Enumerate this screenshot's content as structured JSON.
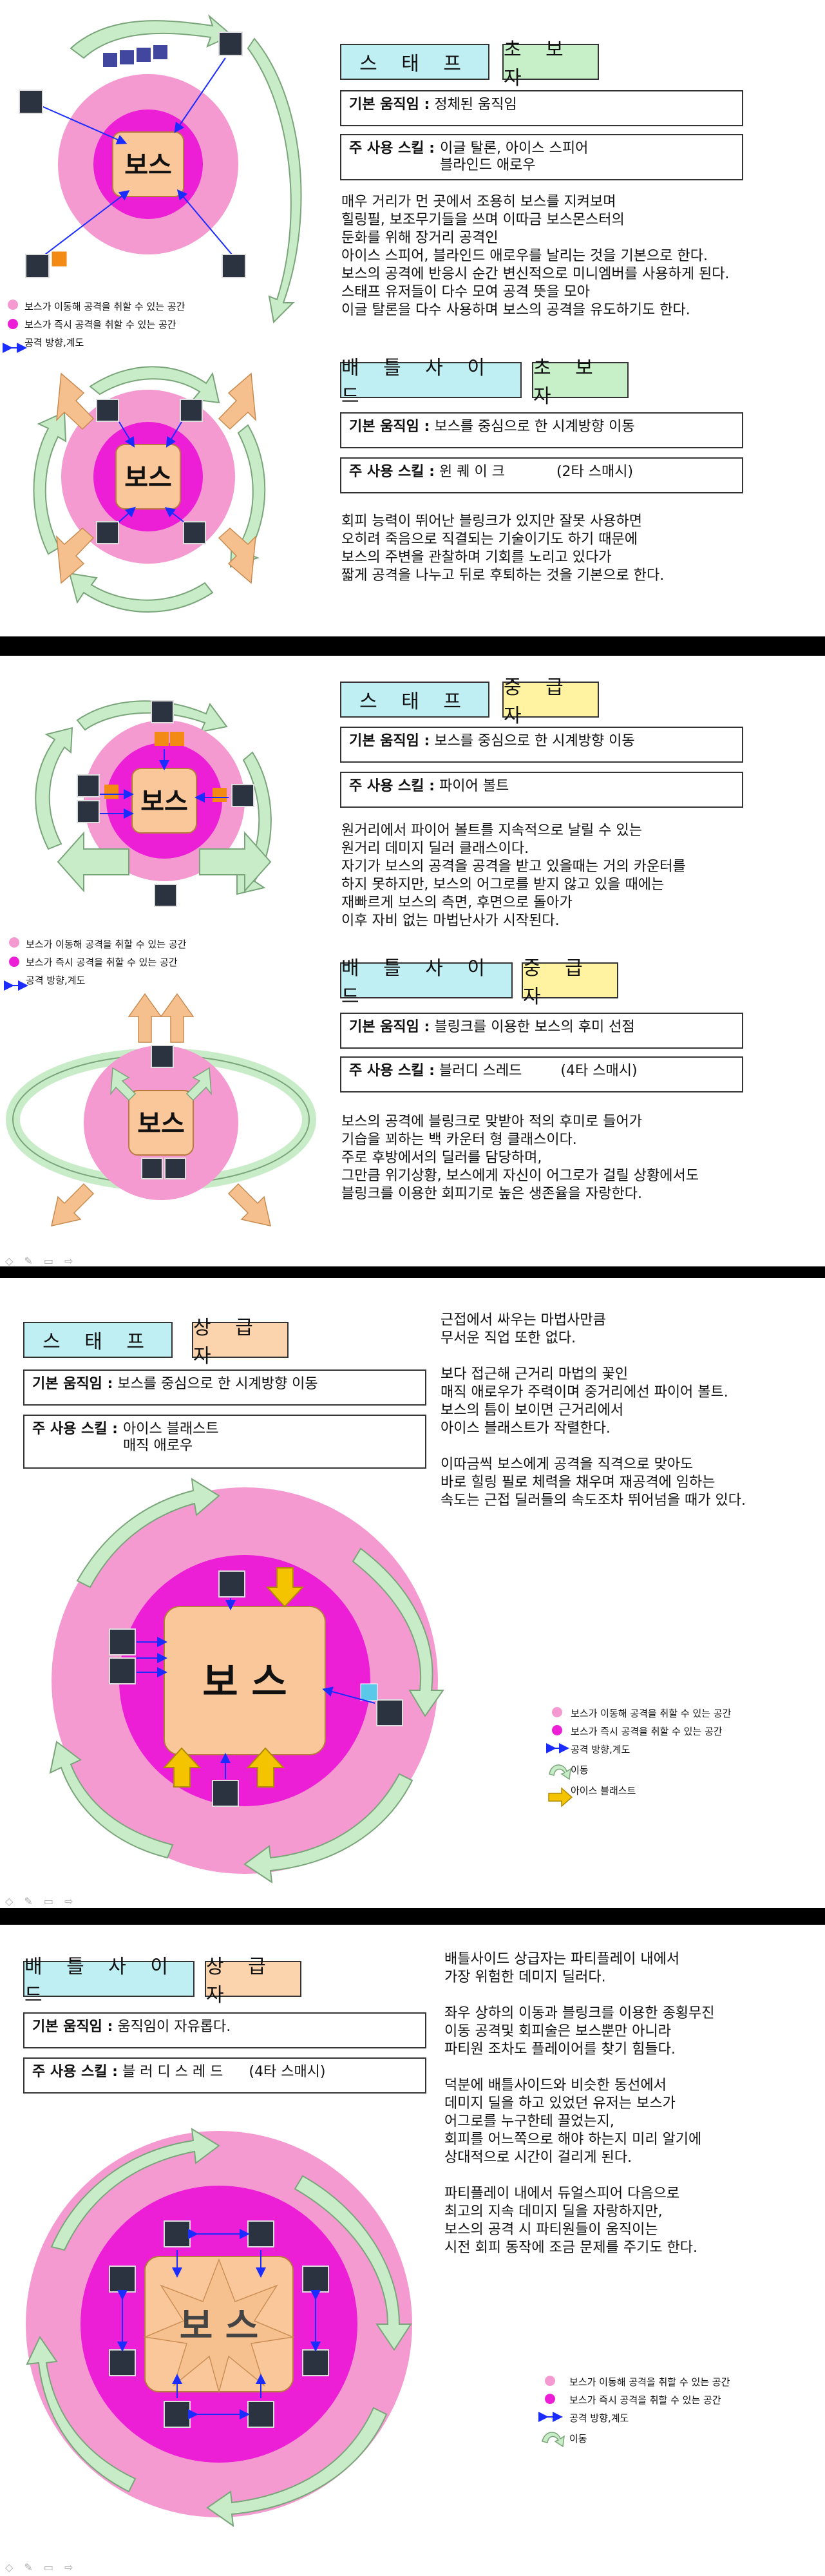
{
  "slide1": {
    "staff_title": "스 태 프",
    "staff_level": "초 보 자",
    "staff_move_label": "기본 움직임 :",
    "staff_move_value": "정체된 움직임",
    "staff_skill_label": "주 사용 스킬 :",
    "staff_skill_value": "이글 탈론, 아이스 스피어\n블라인드 애로우",
    "staff_text": "매우 거리가 먼 곳에서 조용히 보스를 지켜보며\n힐링필, 보조무기들을 쓰며 이따금 보스몬스터의\n둔화를 위해 장거리 공격인\n아이스 스피어, 블라인드 애로우를 날리는 것을 기본으로 한다.\n보스의 공격에 반응시 순간 변신적으로 미니엠버를 사용하게 된다.\n스태프 유저들이 다수 모여 공격 뜻을 모아\n이글 탈론을 다수 사용하며 보스의 공격을 유도하기도 한다.",
    "legend": [
      "보스가 이동해 공격을 취할 수 있는 공간",
      "보스가 즉시 공격을 취할 수 있는 공간",
      "공격 방향,계도"
    ],
    "battle_title": "배 틀 사 이 드",
    "battle_level": "초 보 자",
    "battle_move_label": "기본 움직임 :",
    "battle_move_value": "보스를 중심으로 한 시계방향 이동",
    "battle_skill_label": "주 사용 스킬 :",
    "battle_skill_value": "윈    퀘 이 크",
    "battle_skill_extra": "(2타  스매시)",
    "battle_text": "회피 능력이 뛰어난 블링크가 있지만 잘못 사용하면\n오히려 죽음으로 직결되는 기술이기도 하기 때문에\n보스의 주변을 관찰하며 기회를 노리고 있다가\n짧게 공격을 나누고 뒤로 후퇴하는 것을 기본으로 한다.",
    "boss": "보스"
  },
  "slide2": {
    "staff_title": "스 태 프",
    "staff_level": "중 급 자",
    "staff_move_label": "기본 움직임 :",
    "staff_move_value": "보스를 중심으로 한 시계방향 이동",
    "staff_skill_label": "주 사용 스킬 :",
    "staff_skill_value": "파이어 볼트",
    "staff_text": "원거리에서 파이어 볼트를 지속적으로 날릴 수 있는\n원거리 데미지 딜러 클래스이다.\n자기가 보스의 공격을 공격을 받고 있을때는 거의 카운터를\n하지 못하지만, 보스의 어그로를 받지 않고 있을 때에는\n재빠르게 보스의 측면, 후면으로 돌아가\n이후 자비 없는 마법난사가 시작된다.",
    "legend": [
      "보스가 이동해 공격을 취할 수 있는 공간",
      "보스가 즉시 공격을 취할 수 있는 공간",
      "공격 방향,계도"
    ],
    "battle_title": "배 틀 사 이 드",
    "battle_level": "중 급 자",
    "battle_move_label": "기본 움직임 :",
    "battle_move_value": "블링크를 이용한 보스의 후미 선점",
    "battle_skill_label": "주 사용 스킬 :",
    "battle_skill_value": "블러디 스레드",
    "battle_skill_extra": "(4타  스매시)",
    "battle_text": "보스의 공격에 블링크로 맞받아 적의 후미로 들어가\n기습을 꾀하는 백 카운터 형 클래스이다.\n주로 후방에서의 딜러를 담당하며,\n그만큼 위기상황, 보스에게 자신이 어그로가 걸릴 상황에서도\n블링크를 이용한 회피기로 높은 생존율을 자랑한다.",
    "boss": "보스"
  },
  "slide3": {
    "staff_title": "스 태 프",
    "staff_level": "상 급 자",
    "staff_move_label": "기본 움직임 :",
    "staff_move_value": "보스를 중심으로 한 시계방향 이동",
    "staff_skill_label": "주 사용 스킬 :",
    "staff_skill_value": "아이스 블래스트\n매직 애로우",
    "staff_text": "근접에서 싸우는 마법사만큼\n무서운 직업 또한 없다.\n\n보다 접근해 근거리 마법의 꽃인\n매직 애로우가 주력이며 중거리에선 파이어 볼트.\n보스의 틈이 보이면 근거리에서\n아이스 블래스트가 작렬한다.\n\n이따금씩 보스에게 공격을 직격으로 맞아도\n바로 힐링 필로 체력을 채우며 재공격에 임하는\n속도는 근접 딜러들의 속도조차 뛰어넘을 때가 있다.",
    "legend": [
      "보스가 이동해 공격을 취할 수 있는 공간",
      "보스가 즉시 공격을 취할 수 있는 공간",
      "공격 방향,계도",
      "이동",
      "아이스 블래스트"
    ],
    "boss": "보 스"
  },
  "slide4": {
    "battle_title": "배 틀 사 이 드",
    "battle_level": "상 급 자",
    "battle_move_label": "기본 움직임 :",
    "battle_move_value": "움직임이 자유롭다.",
    "battle_skill_label": "주 사용 스킬 :",
    "battle_skill_value": "블 러 디  스 레 드",
    "battle_skill_extra": "(4타  스매시)",
    "battle_text": "배틀사이드 상급자는 파티플레이 내에서\n가장 위험한 데미지 딜러다.\n\n좌우 상하의 이동과 블링크를 이용한 종횡무진\n이동 공격및 회피술은 보스뿐만 아니라\n파티원 조차도 플레이어를 찾기 힘들다.\n\n덕분에 배틀사이드와 비슷한 동선에서\n데미지 딜을 하고 있었던 유저는 보스가\n어그로를 누구한테 끌었는지,\n회피를 어느쪽으로 해야 하는지 미리 알기에\n상대적으로 시간이 걸리게 된다.\n\n파티플레이 내에서 듀얼스피어 다음으로\n최고의 지속 데미지 딜을 자랑하지만,\n보스의 공격 시 파티원들이 움직이는\n시전 회피 동작에 조금 문제를 주기도 한다.",
    "legend": [
      "보스가 이동해 공격을 취할 수 있는 공간",
      "보스가 즉시 공격을 취할 수 있는 공간",
      "공격 방향,계도",
      "이동"
    ],
    "boss": "보 스"
  },
  "controls": "◇ ✎ ▭ ⇨",
  "colors": {
    "outer_zone": "#f49ad0",
    "inner_zone": "#ec1fd6",
    "boss_box": "#f9c79a",
    "arrow_green": "#c8ecc8",
    "arrow_orange": "#f6c08e",
    "dir_arrow": "#1a2cff"
  }
}
